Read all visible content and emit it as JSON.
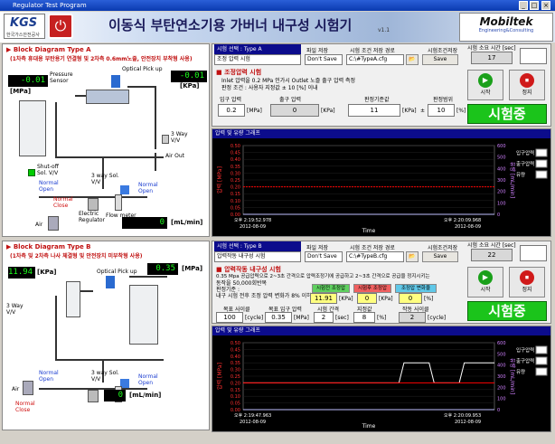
{
  "window": {
    "title": "Regulator Test Program"
  },
  "header": {
    "logo_text": "KGS",
    "logo_sub": "한국가스안전공사",
    "title": "이동식 부탄연소기용 가버너 내구성 시험기",
    "version": "v1.1",
    "company": "Mobiltek",
    "company_sub": "Engineering&Consulting"
  },
  "panelA": {
    "title": "Block Diagram Type A",
    "subtitle": "(1차측 휴대용 부탄용기 연결형 및 2차측 0.6mm노즐, 안전장치 부착형 사용)",
    "pressure_in": "-0.01",
    "pressure_in_unit": "[MPa]",
    "pressure_out": "-0.01",
    "pressure_out_unit": "[KPa]",
    "flow": "0",
    "flow_unit": "[mL/min]",
    "labels": {
      "pressure_sensor": "Pressure Sensor",
      "optical": "Optical Pick up",
      "three_way": "3 Way V/V",
      "shut_off": "Shut-off Sol. V/V",
      "normal_open": "Normal Open",
      "three_way_sol": "3 way Sol. V/V",
      "normal_open2": "Normal Open",
      "normal_close": "Normal Close",
      "electric_reg": "Electric Regulator",
      "flow_meter": "Flow meter",
      "air": "Air",
      "air_out": "Air Out"
    }
  },
  "panelB": {
    "title": "Block Diagram Type B",
    "subtitle": "(1차측 및 2차측 나사 체결형 및 안전장치 미부착형 사용)",
    "pressure_in": "11.94",
    "pressure_in_unit": "[KPa]",
    "pressure_out": "0.35",
    "pressure_out_unit": "[MPa]",
    "flow": "0",
    "flow_unit": "[mL/min]",
    "labels": {
      "optical": "Optical Pick up",
      "three_way": "3 Way V/V",
      "normal_open": "Normal Open",
      "three_way_sol": "3 way Sol. V/V",
      "normal_open2": "Normal Open",
      "normal_close": "Normal Close",
      "air": "Air"
    }
  },
  "ctrlA": {
    "select_head": "시험 선택 : Type A",
    "select_value": "조정 압력 시험",
    "save_head": "파일 저장",
    "save_value": "Don't Save",
    "path_head": "시험 조건 저장 경로",
    "path_value": "C:\\#TypeA.cfg",
    "save_btn": "Save",
    "cond_head": "시험조건저장",
    "elapsed_head": "시험 소요 시간 [sec]",
    "elapsed_value": "17",
    "test_title": "조정압력 시험",
    "desc1": "Inlet 압력을 0.2 MPa 인가시 Outlet 노즐 출구 압력 측정",
    "desc2": "판정 조건 : 사용자 지정값 ± 10 [%] 이내",
    "inlet_label": "입구 압력",
    "inlet_value": "0.2",
    "inlet_unit": "[MPa]",
    "outlet_label": "출구 압력",
    "outlet_value": "0",
    "outlet_unit": "[KPa]",
    "judge_label": "판정기준값",
    "judge_value": "11",
    "judge_unit": "[KPa]",
    "range_label": "판정범위",
    "range_pm": "±",
    "range_value": "10",
    "range_unit": "[%]",
    "start_label": "시작",
    "stop_label": "정지",
    "status": "시험중"
  },
  "ctrlB": {
    "select_head": "시험 선택 : Type B",
    "select_value": "압력작동 내구성 시험",
    "save_head": "파일 저장",
    "save_value": "Don't Save",
    "path_head": "시험 조건 저장 경로",
    "path_value": "C:\\#TypeB.cfg",
    "save_btn": "Save",
    "cond_head": "시험조건저장",
    "elapsed_head": "시험 소요 시간 [sec]",
    "elapsed_value": "22",
    "test_title": "압력작동 내구성 시험",
    "desc1": "0.35 Mpa 공급압력으로 2~3초 간격으로 압력조정기에 공급하고 2~3초 간격으로 공급을 정지시키는",
    "desc2": "동작을 50,000회반복",
    "desc3": "판정기준 :",
    "desc4": "내구 시험 전후 조정 압력 변화가 8% 이하",
    "before_btn": "시험전 조정압",
    "after_btn": "시험후 조정압",
    "change_btn": "조정압 변화율",
    "before_value": "11.91",
    "before_unit": "[KPa]",
    "after_value": "0",
    "after_unit": "[KPa]",
    "change_value": "0",
    "change_unit": "[%]",
    "cycle_label": "목표 사이클",
    "cycle_value": "100",
    "cycle_unit": "[cycle]",
    "target_label": "목표 입구 압력",
    "target_value": "0.35",
    "target_unit": "[MPa]",
    "interval_label": "시험 간격",
    "interval_value": "2",
    "interval_unit": "[sec]",
    "jitter_label": "지정값",
    "jitter_value": "8",
    "jitter_unit": "[%]",
    "ops_label": "작동 사이클",
    "ops_value": "2",
    "ops_unit": "[cycle]",
    "start_label": "시작",
    "stop_label": "정지",
    "status": "시험중"
  },
  "chartA": {
    "title": "압력 및 유량 그래프",
    "yleft_label": "압력 [MPa]",
    "yright_label": "유량 [mL/min]",
    "x_label": "Time",
    "x_start": "오후 2:19:52.978",
    "x_start_date": "2012-08-09",
    "x_end": "오후 2:20:09.968",
    "x_end_date": "2012-08-09",
    "legend": [
      "입구압력",
      "출구압력",
      "유량"
    ]
  },
  "chartB": {
    "title": "압력 및 유량 그래프",
    "yleft_label": "압력 [MPa]",
    "yright_label": "유량 [mL/min]",
    "x_label": "Time",
    "x_start": "오후 2:19:47.963",
    "x_start_date": "2012-08-09",
    "x_end": "오후 2:20:09.953",
    "x_end_date": "2012-08-09",
    "legend": [
      "입구압력",
      "출구압력",
      "유량"
    ]
  },
  "chart_data": [
    {
      "type": "line",
      "title": "압력 및 유량 그래프",
      "xlabel": "Time",
      "ylabel": "압력 [MPa]",
      "y2label": "유량 [mL/min]",
      "ylim": [
        0,
        0.5
      ],
      "y2lim": [
        0,
        600
      ],
      "yticks": [
        0,
        0.05,
        0.1,
        0.15,
        0.2,
        0.25,
        0.3,
        0.35,
        0.4,
        0.45,
        0.5
      ],
      "y2ticks": [
        0,
        100,
        200,
        300,
        400,
        500,
        600
      ],
      "x_range": [
        "오후 2:19:52.978",
        "오후 2:20:09.968"
      ],
      "series": [
        {
          "name": "입구압력",
          "color": "#ff0000",
          "x": [
            0,
            1
          ],
          "values": [
            0.2,
            0.2
          ]
        },
        {
          "name": "출구압력",
          "color": "#ffffff",
          "x": [
            0,
            1
          ],
          "values": [
            0,
            0
          ]
        },
        {
          "name": "유량",
          "color": "#c0c0ff",
          "x": [
            0,
            1
          ],
          "values": [
            0,
            0
          ]
        }
      ]
    },
    {
      "type": "line",
      "title": "압력 및 유량 그래프",
      "xlabel": "Time",
      "ylabel": "압력 [MPa]",
      "y2label": "유량 [mL/min]",
      "ylim": [
        0,
        0.5
      ],
      "y2lim": [
        0,
        600
      ],
      "yticks": [
        0,
        0.05,
        0.1,
        0.15,
        0.2,
        0.25,
        0.3,
        0.35,
        0.4,
        0.45,
        0.5
      ],
      "y2ticks": [
        0,
        100,
        200,
        300,
        400,
        500,
        600
      ],
      "x_range": [
        "오후 2:19:47.963",
        "오후 2:20:09.953"
      ],
      "series": [
        {
          "name": "입구압력",
          "color": "#ffffff",
          "x": [
            0,
            0.2,
            0.2,
            0.62,
            0.64,
            0.74,
            0.76,
            0.86,
            0.88,
            1
          ],
          "values": [
            0.2,
            0.2,
            0.2,
            0.2,
            0.35,
            0.35,
            0.2,
            0.2,
            0.35,
            0.35
          ]
        },
        {
          "name": "출구압력",
          "color": "#ff0000",
          "x": [
            0,
            1
          ],
          "values": [
            0.2,
            0.2
          ]
        },
        {
          "name": "유량",
          "color": "#c0c0ff",
          "x": [
            0,
            1
          ],
          "values": [
            0,
            0
          ]
        }
      ]
    }
  ],
  "colors": {
    "lcd_text": "#1cff1c",
    "status_green": "#1bc41b",
    "panel_title_red": "#c01010",
    "header_navy": "#0c0c8c"
  }
}
